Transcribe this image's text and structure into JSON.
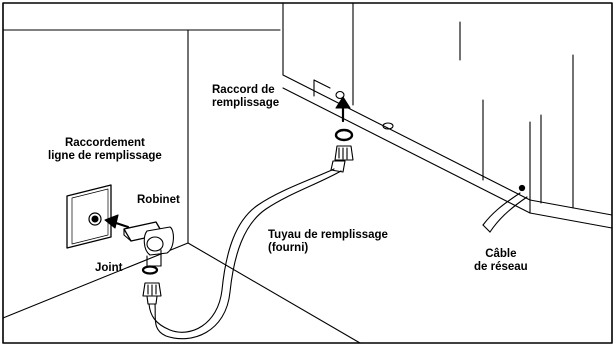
{
  "labels": {
    "fill_connection": {
      "line1": "Raccord de",
      "line2": "remplissage"
    },
    "fill_line": {
      "line1": "Raccordement",
      "line2": "ligne de remplissage"
    },
    "tap": "Robinet",
    "seal": "Joint",
    "hose": {
      "line1": "Tuyau de remplissage",
      "line2": "(fourni)"
    },
    "cable": {
      "line1": "Câble",
      "line2": "de réseau"
    }
  }
}
